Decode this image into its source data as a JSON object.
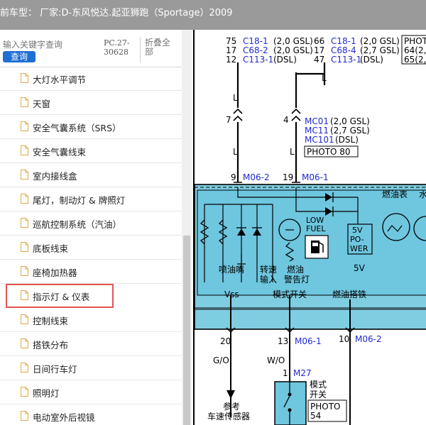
{
  "window": {
    "title": "前车型： 厂家:D-东风悦达.起亚狮跑（Sportage）2009"
  },
  "search": {
    "placeholder": "输入关键字查询",
    "button_label": "查询",
    "code": "PC.27-30628",
    "fold_all_label": "折叠全部"
  },
  "tree": {
    "items": [
      {
        "label": "大灯水平调节",
        "selected": false
      },
      {
        "label": "天窗",
        "selected": false
      },
      {
        "label": "安全气囊系统（SRS）",
        "selected": false
      },
      {
        "label": "安全气囊线束",
        "selected": false
      },
      {
        "label": "室内接线盒",
        "selected": false
      },
      {
        "label": "尾灯，制动灯 & 牌照灯",
        "selected": false
      },
      {
        "label": "巡航控制系统（汽油）",
        "selected": false
      },
      {
        "label": "底板线束",
        "selected": false
      },
      {
        "label": "座椅加热器",
        "selected": false
      },
      {
        "label": "指示灯 & 仪表",
        "selected": true
      },
      {
        "label": "控制线束",
        "selected": false
      },
      {
        "label": "搭铁分布",
        "selected": false
      },
      {
        "label": "日间行车灯",
        "selected": false
      },
      {
        "label": "照明灯",
        "selected": false
      },
      {
        "label": "电动室外后视镜",
        "selected": false
      }
    ]
  },
  "diagram": {
    "top_left": {
      "pins": [
        "75",
        "17",
        "12"
      ],
      "refs": [
        "C18-1",
        "C68-2",
        "C113-1"
      ],
      "specs": [
        "(2,0 GSL)",
        "(2,0 GSL)",
        "(DSL)"
      ]
    },
    "top_mid": {
      "pins": [
        "66",
        "17",
        "47"
      ],
      "refs": [
        "C18-1",
        "C68-4",
        "C113-1"
      ],
      "specs": [
        "(2,0 GSL)",
        "(2,7 GSL)",
        "(DSL)"
      ]
    },
    "top_right": {
      "lines": [
        "PHOT",
        "64(2,",
        "65(2,"
      ]
    },
    "wire_L": "L",
    "splice_7": "7",
    "splice_4": "4",
    "mc_refs": [
      "MC01",
      "MC11",
      "MC101"
    ],
    "mc_specs": [
      "(2,0 GSL)",
      "(2,7 GSL)",
      "(DSL)"
    ],
    "photo_80": "PHOTO 80",
    "conn_9": {
      "pin": "9",
      "ref": "M06-2"
    },
    "conn_19": {
      "pin": "19",
      "ref": "M06-1"
    },
    "cluster": {
      "fuel_gauge": "燃油表",
      "water_temp": "水",
      "low_fuel": [
        "LOW",
        "FUEL"
      ],
      "five_v_power": [
        "5V",
        "PO-",
        "WER"
      ],
      "five_v": "5V",
      "injector": "喷油嘴",
      "speed_input": [
        "转速",
        "输入"
      ],
      "fuel_warning": [
        "燃油",
        "警告灯"
      ],
      "vss": "Vss",
      "mode_switch": "模式开关",
      "fuel_ground": "燃油搭铁"
    },
    "bottom": {
      "pin_20": "20",
      "pin_13": "13",
      "ref_13": "M06-1",
      "pin_10": "10",
      "ref_10": "M06-2",
      "wire_go": "G/O",
      "wire_wo": "W/O",
      "pin_1": "1",
      "ref_m27": "M27",
      "mode_label": [
        "模式",
        "开关"
      ],
      "photo_54": [
        "PHOTO",
        "54"
      ],
      "ref_note": [
        "参考",
        "车速传感器"
      ]
    }
  },
  "colors": {
    "title_bar": "#9a9a9a",
    "search_button": "#1f6fd3",
    "cluster_fill": "#7fcde0",
    "component_fill": "#6ec6df",
    "connector_text": "#1f2ad0",
    "selection_border": "#e05555"
  }
}
